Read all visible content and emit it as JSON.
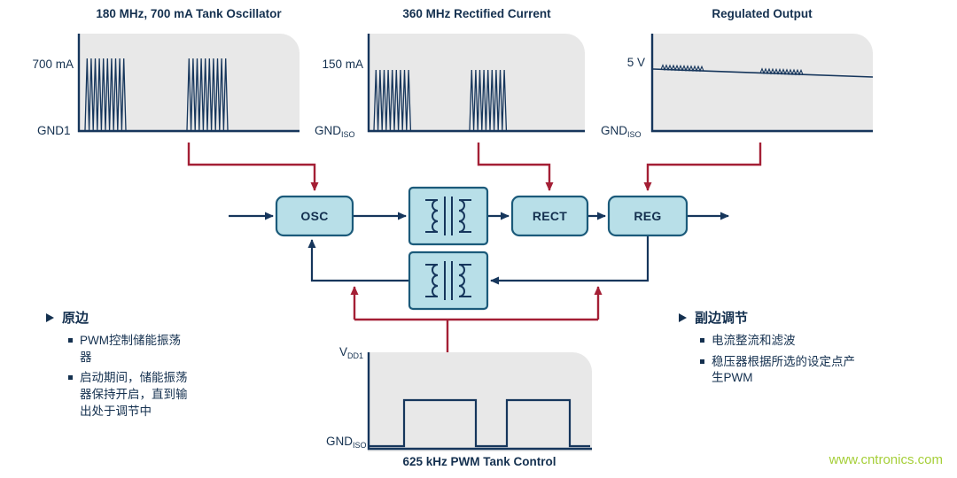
{
  "panels": {
    "tank": {
      "title": "180 MHz, 700 mA Tank Oscillator",
      "level_label": "700 mA",
      "gnd": "GND1"
    },
    "rectified": {
      "title": "360 MHz Rectified Current",
      "level_label": "150 mA",
      "gnd": {
        "base": "GND",
        "sub": "ISO"
      }
    },
    "regulated": {
      "title": "Regulated Output",
      "level_label": "5 V",
      "gnd": {
        "base": "GND",
        "sub": "ISO"
      }
    },
    "pwm": {
      "title": "625 kHz PWM Tank Control",
      "level": {
        "base": "V",
        "sub": "DD1"
      },
      "gnd": {
        "base": "GND",
        "sub": "ISO"
      }
    }
  },
  "blocks": {
    "osc": "OSC",
    "rect": "RECT",
    "reg": "REG"
  },
  "notes": {
    "primary": {
      "title": "原边",
      "items": [
        "PWM控制储能振荡器",
        "启动期间，储能振荡器保持开启，直到输出处于调节中"
      ]
    },
    "secondary": {
      "title": "副边调节",
      "items": [
        "电流整流和滤波",
        "稳压器根据所选的设定点产生PWM"
      ]
    }
  },
  "watermark": "www.cntronics.com",
  "colors": {
    "navy": "#16365c",
    "red": "#a41f35",
    "block_fill": "#b8dfe8",
    "block_stroke": "#1b5a7a",
    "panel_bg": "#e8e8e8",
    "watermark_green": "#a6cf39"
  }
}
